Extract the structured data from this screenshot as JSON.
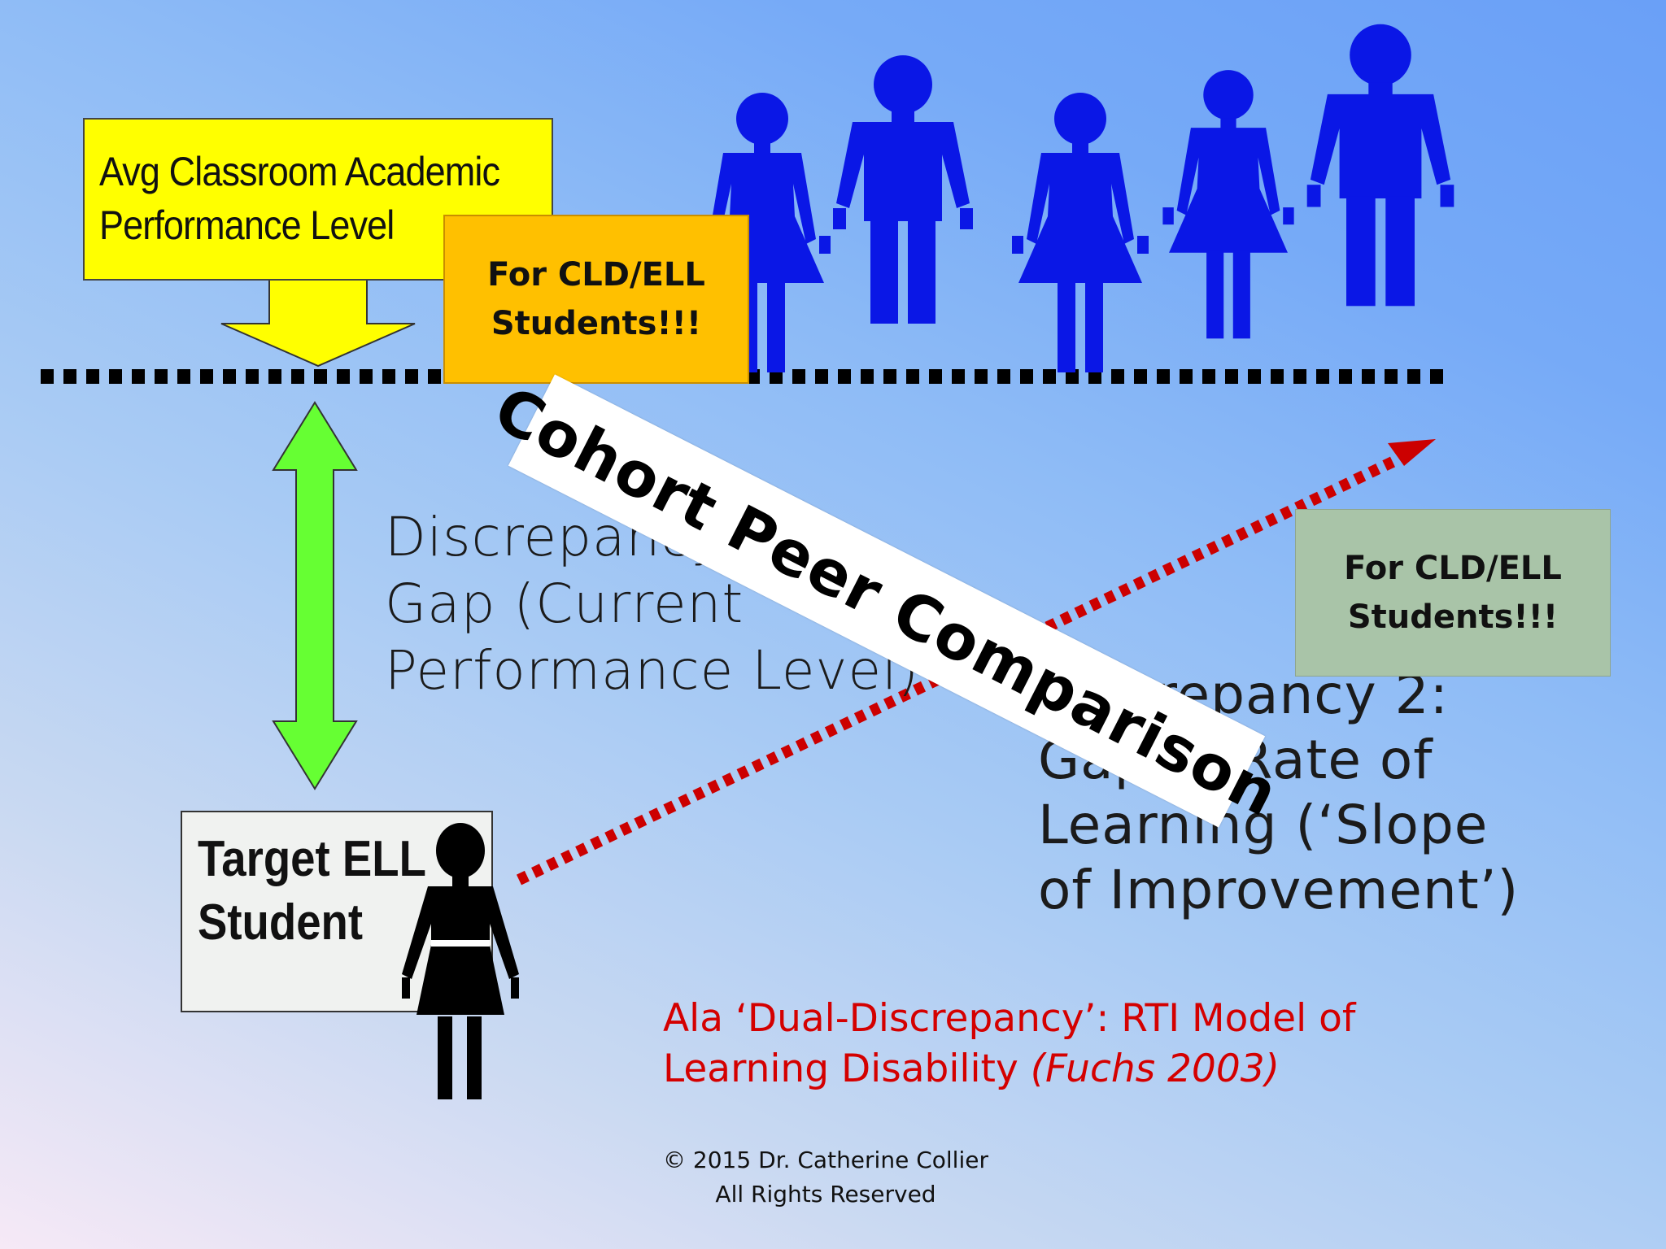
{
  "avg_level": {
    "line1": "Avg Classroom Academic",
    "line2": "Performance Level"
  },
  "cld_note": "For CLD/ELL\nStudents!!!",
  "cohort_banner": "Cohort Peer Comparison",
  "discrepancy_1": "Discrepancy 1:\nGap (Current\nPerformance Level)",
  "discrepancy_2": "Discrepancy 2:\nGap in Rate of\nLearning (‘Slope\nof Improvement’)",
  "target_student": "Target ELL\nStudent",
  "citation": {
    "text": "Ala ‘Dual-Discrepancy’: RTI Model of Learning Disability ",
    "source": "(Fuchs 2003)"
  },
  "copyright": {
    "line1": "© 2015 Dr. Catherine Collier",
    "line2": "All Rights Reserved"
  },
  "colors": {
    "peer_figures": "#0a17e6",
    "target_figure": "#000000",
    "yellow_box": "#ffff00",
    "orange_box": "#ffc000",
    "green_box": "#a9c4a8",
    "gap_arrow": "#66ff33",
    "slope_arrow": "#cc0000",
    "citation_text": "#d40000"
  },
  "icons": [
    "peer-student-figure",
    "target-student-figure",
    "down-arrow",
    "double-arrow",
    "dotted-trend-arrow"
  ]
}
